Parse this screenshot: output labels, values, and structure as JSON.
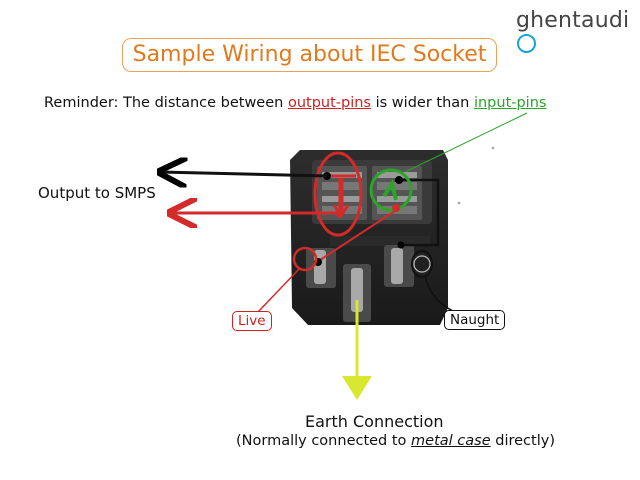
{
  "logo": {
    "text_left": "ghent",
    "text_right": "audi"
  },
  "title": "Sample Wiring about IEC Socket",
  "reminder": {
    "prefix": "Reminder: The distance between ",
    "output_pins": "output-pins",
    "middle": " is wider than ",
    "input_pins": "input-pins"
  },
  "labels": {
    "output": "Output to SMPS",
    "live": "Live",
    "naught": "Naught",
    "earth": "Earth Connection",
    "earth_note_prefix": "(Normally connected to ",
    "earth_note_emph": "metal case",
    "earth_note_suffix": " directly)"
  },
  "colors": {
    "title": "#e07a1c",
    "live": "#cc2222",
    "input": "#2aa52a",
    "earth": "#d8e830",
    "logo_accent": "#1aa3d9"
  }
}
